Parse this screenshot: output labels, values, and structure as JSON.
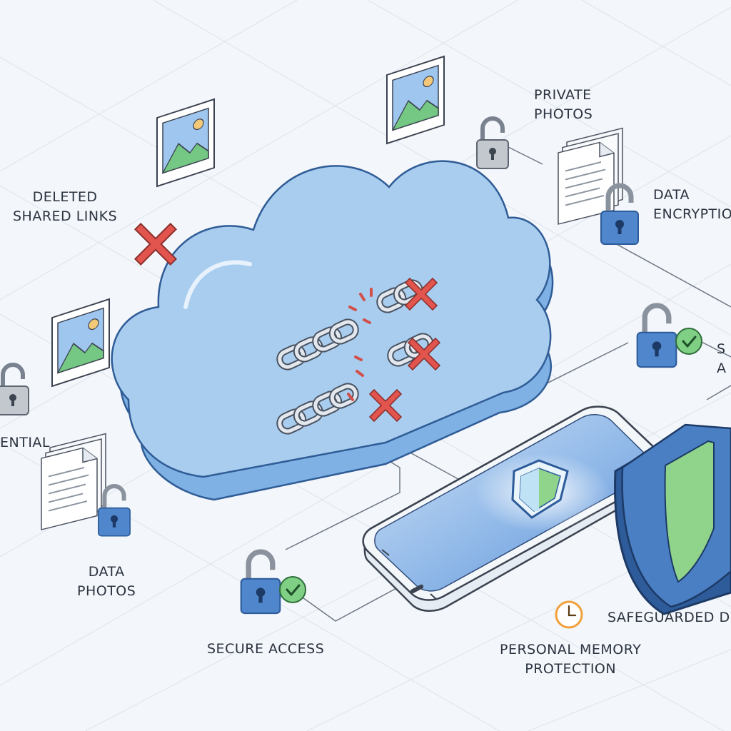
{
  "labels": {
    "deleted_shared_links": [
      "DELETED",
      "SHARED LINKS"
    ],
    "private_photos": [
      "PRIVATE",
      "PHOTOS"
    ],
    "data_encryption": [
      "DATA",
      "ENCRYPTIO"
    ],
    "secure_access_right": [
      "S",
      "A"
    ],
    "confidential": [
      "ENTIAL"
    ],
    "data_photos": [
      "DATA",
      "PHOTOS"
    ],
    "secure_access": "SECURE ACCESS",
    "personal_memory_protection": [
      "PERSONAL MEMORY",
      "PROTECTION"
    ],
    "safeguarded_data": "SAFEGUARDED D"
  },
  "icons": {
    "cloud": "cloud-icon",
    "chain": "chain-link-icon",
    "broken": "red-x-icon",
    "lock": "padlock-icon",
    "photo": "photo-frame-icon",
    "document": "document-icon",
    "phone": "smartphone-icon",
    "shield": "shield-icon",
    "clock": "clock-icon",
    "check": "check-badge-icon"
  },
  "colors": {
    "background": "#f3f6fa",
    "cloud": "#a9cdef",
    "accent_blue": "#4a7fc4",
    "green": "#8fd48a",
    "red_x": "#e2544e",
    "check_green": "#7fd084",
    "lock_grey": "#c3c8ce",
    "clock_orange": "#f1a03a"
  }
}
